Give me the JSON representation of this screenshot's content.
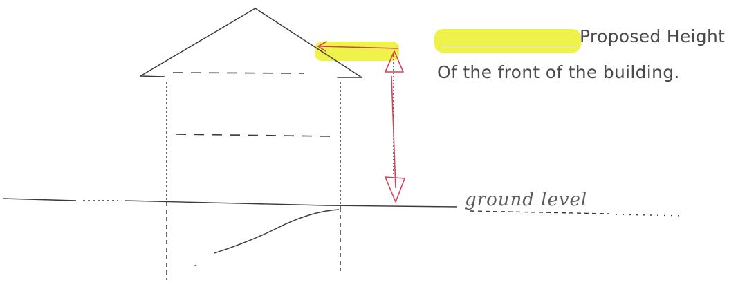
{
  "labels": {
    "proposed_height": "Proposed Height",
    "front_of_building": "Of the front of the building.",
    "ground_level": "ground level"
  },
  "colors": {
    "highlight": "#eef24a",
    "arrow": "#d8405e",
    "pencil": "#3a3a3a"
  }
}
